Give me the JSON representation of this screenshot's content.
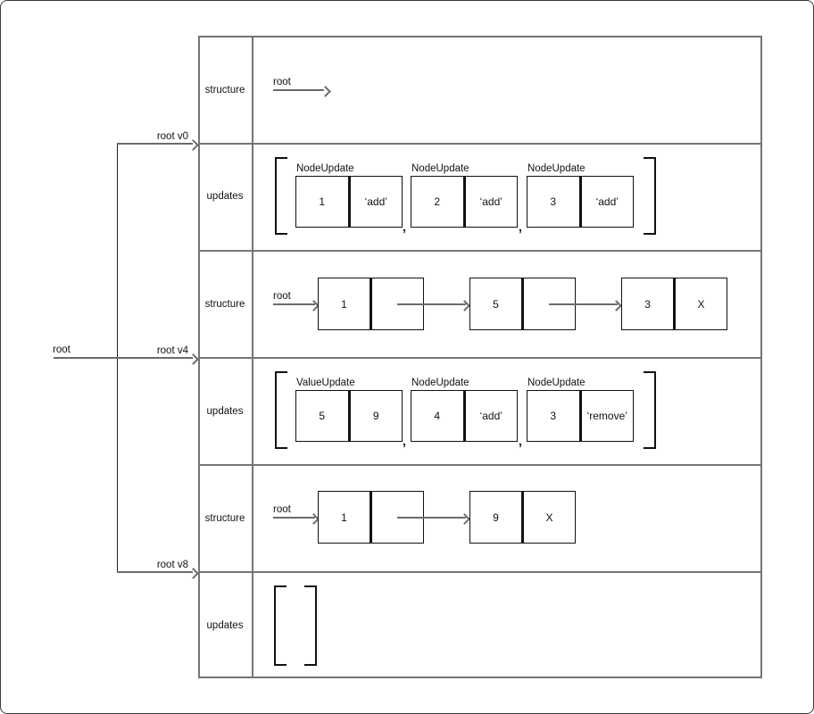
{
  "tree": {
    "root_label": "root",
    "versions": [
      {
        "label": "root v0"
      },
      {
        "label": "root v4"
      },
      {
        "label": "root v8"
      }
    ]
  },
  "table": {
    "rows": [
      {
        "header": "structure",
        "pointer": "root",
        "nodes": []
      },
      {
        "header": "updates",
        "separator": ",",
        "items": [
          {
            "title": "NodeUpdate",
            "left": "1",
            "right": "‘add’"
          },
          {
            "title": "NodeUpdate",
            "left": "2",
            "right": "‘add’"
          },
          {
            "title": "NodeUpdate",
            "left": "3",
            "right": "‘add’"
          }
        ]
      },
      {
        "header": "structure",
        "pointer": "root",
        "nodes": [
          {
            "value": "1",
            "pointer": ""
          },
          {
            "value": "5",
            "pointer": ""
          },
          {
            "value": "3",
            "pointer": "X"
          }
        ]
      },
      {
        "header": "updates",
        "separator": ",",
        "items": [
          {
            "title": "ValueUpdate",
            "left": "5",
            "right": "9"
          },
          {
            "title": "NodeUpdate",
            "left": "4",
            "right": "‘add’"
          },
          {
            "title": "NodeUpdate",
            "left": "3",
            "right": "‘remove’"
          }
        ]
      },
      {
        "header": "structure",
        "pointer": "root",
        "nodes": [
          {
            "value": "1",
            "pointer": ""
          },
          {
            "value": "9",
            "pointer": "X"
          }
        ]
      },
      {
        "header": "updates",
        "items": []
      }
    ]
  }
}
